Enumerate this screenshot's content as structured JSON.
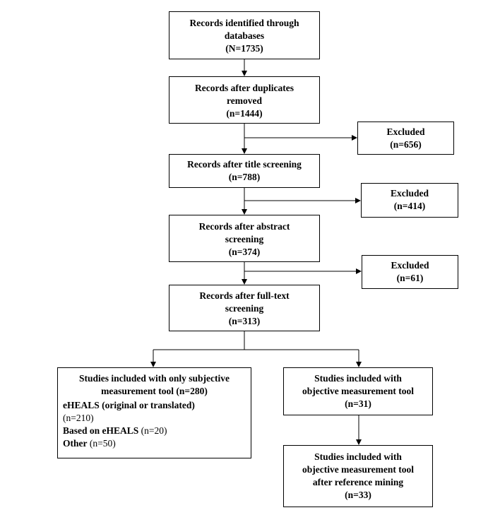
{
  "flow": {
    "identified": {
      "line1": "Records identified through",
      "line2": "databases",
      "count": "(N=1735)"
    },
    "duplicates_removed": {
      "line1": "Records after duplicates",
      "line2": "removed",
      "count": "(n=1444)"
    },
    "excluded_1": {
      "label": "Excluded",
      "count": "(n=656)"
    },
    "title_screening": {
      "line1": "Records after title screening",
      "count": "(n=788)"
    },
    "excluded_2": {
      "label": "Excluded",
      "count": "(n=414)"
    },
    "abstract_screening": {
      "line1": "Records after abstract",
      "line2": "screening",
      "count": "(n=374)"
    },
    "excluded_3": {
      "label": "Excluded",
      "count": "(n=61)"
    },
    "fulltext_screening": {
      "line1": "Records after full-text",
      "line2": "screening",
      "count": "(n=313)"
    },
    "subjective": {
      "line1": "Studies included with only subjective",
      "line2": "measurement tool (n=280)",
      "eheals_label": "eHEALS (original or translated)",
      "eheals_count": "(n=210)",
      "based_label": "Based on eHEALS",
      "based_count": " (n=20)",
      "other_label": "Other",
      "other_count": " (n=50)"
    },
    "objective": {
      "line1": "Studies included with",
      "line2": "objective measurement tool",
      "count": "(n=31)"
    },
    "objective_mining": {
      "line1": "Studies included with",
      "line2": "objective measurement tool",
      "line3": "after reference mining",
      "count": "(n=33)"
    }
  },
  "colors": {
    "stroke": "#000000",
    "fill": "#ffffff"
  }
}
